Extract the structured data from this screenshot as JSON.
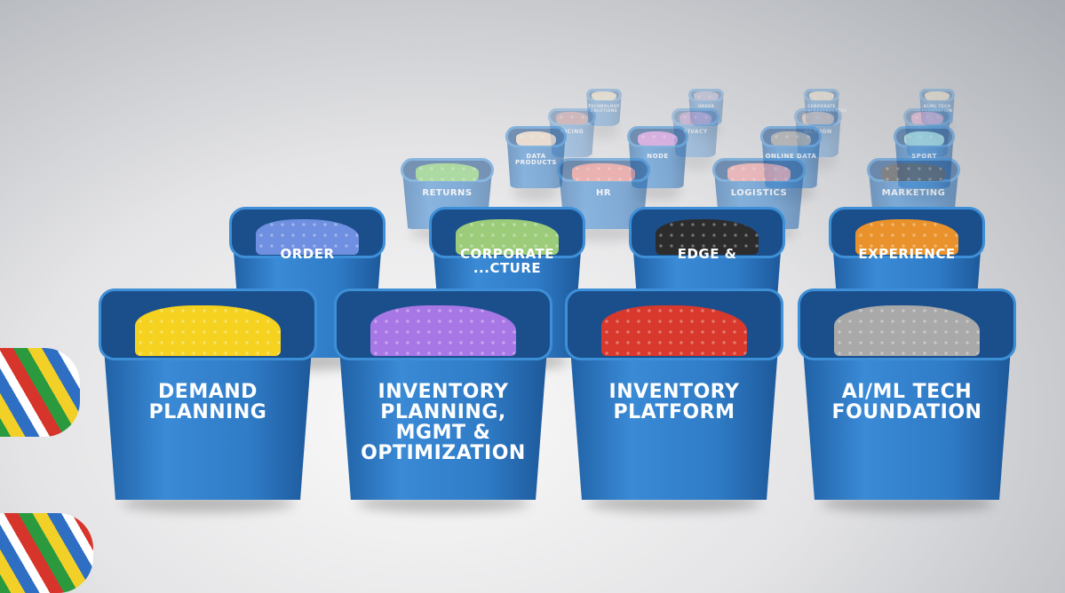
{
  "rows": {
    "front": [
      {
        "label": "DEMAND PLANNING",
        "brick_color": "#f5d21f"
      },
      {
        "label": "INVENTORY PLANNING, MGMT & OPTIMIZATION",
        "brick_color": "#a877e6"
      },
      {
        "label": "INVENTORY PLATFORM",
        "brick_color": "#d9382c"
      },
      {
        "label": "AI/ML TECH FOUNDATION",
        "brick_color": "#a9a9a9"
      }
    ],
    "second": [
      {
        "label": "ORDER",
        "brick_color": "#6f8fe0"
      },
      {
        "label": "CORPORATE ...CTURE",
        "brick_color": "#9ccc7a"
      },
      {
        "label": "EDGE &",
        "brick_color": "#2c2c2c"
      },
      {
        "label": "EXPERIENCE",
        "brick_color": "#e9922c"
      }
    ],
    "third": [
      {
        "label": "RETURNS",
        "brick_color": "#7fd06a"
      },
      {
        "label": "HR",
        "brick_color": "#f08a86"
      },
      {
        "label": "LOGISTICS",
        "brick_color": "#f29a9e"
      },
      {
        "label": "MARKETING",
        "brick_color": "#444444"
      }
    ],
    "fourth": [
      {
        "label": "DATA PRODUCTS",
        "brick_color": "#f2d9c2"
      },
      {
        "label": "NODE",
        "brick_color": "#d48ee0"
      },
      {
        "label": "ONLINE DATA",
        "brick_color": "#9a9a9a"
      },
      {
        "label": "SPORT",
        "brick_color": "#9de0e0"
      }
    ],
    "fifth": [
      {
        "label": "RICING",
        "brick_color": "#b9787e"
      },
      {
        "label": "RIVACY",
        "brick_color": "#b07ac4"
      },
      {
        "label": "UCT ION",
        "brick_color": "#e8b9a0"
      },
      {
        "label": "",
        "brick_color": "#e394c8"
      }
    ],
    "sixth": [
      {
        "label": "TECHNOLOGY SOLUTIONS",
        "brick_color": "#f3e4b8"
      },
      {
        "label": "ORDER",
        "brick_color": "#a0a0c8"
      },
      {
        "label": "CORPORATE INFRASTRUCTURE",
        "brick_color": "#f0e0c0"
      },
      {
        "label": "AI/ML TECH FOUNDATION",
        "brick_color": "#f0e0c0"
      }
    ]
  }
}
